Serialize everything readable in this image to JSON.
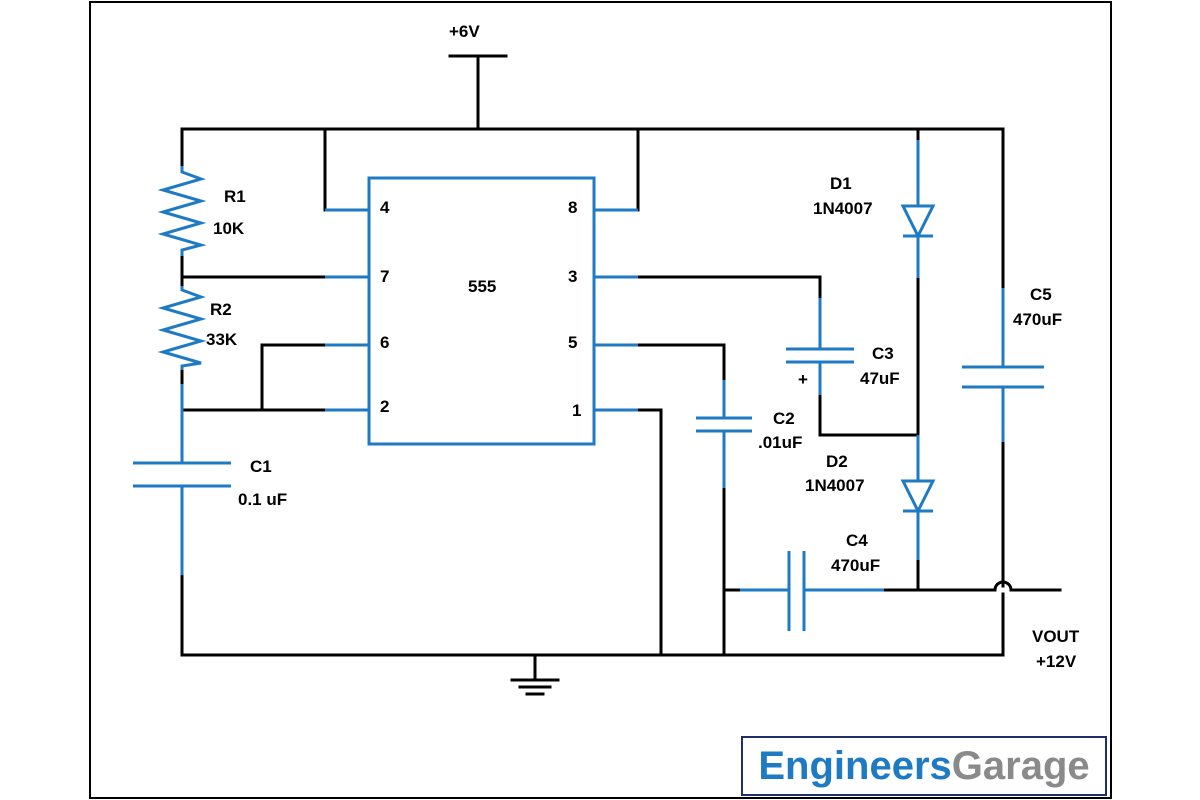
{
  "supply": {
    "label": "+6V"
  },
  "ic": {
    "label": "555",
    "pins": {
      "p1": "1",
      "p2": "2",
      "p3": "3",
      "p4": "4",
      "p5": "5",
      "p6": "6",
      "p7": "7",
      "p8": "8"
    }
  },
  "components": {
    "r1": {
      "name": "R1",
      "value": "10K"
    },
    "r2": {
      "name": "R2",
      "value": "33K"
    },
    "c1": {
      "name": "C1",
      "value": "0.1 uF"
    },
    "c2": {
      "name": "C2",
      "value": ".01uF"
    },
    "c3": {
      "name": "C3",
      "value": "47uF",
      "polarity": "+"
    },
    "c4": {
      "name": "C4",
      "value": "470uF"
    },
    "c5": {
      "name": "C5",
      "value": "470uF"
    },
    "d1": {
      "name": "D1",
      "value": "1N4007"
    },
    "d2": {
      "name": "D2",
      "value": "1N4007"
    }
  },
  "output": {
    "name": "VOUT",
    "value": "+12V"
  },
  "logo": {
    "part1": "Engineers",
    "part2": "Garage",
    "color1": "#1f7ac4",
    "color2": "#8a8a8a",
    "border_color": "#1e2f6b"
  },
  "colors": {
    "wire": "#000000",
    "component": "#1f7ac4"
  }
}
